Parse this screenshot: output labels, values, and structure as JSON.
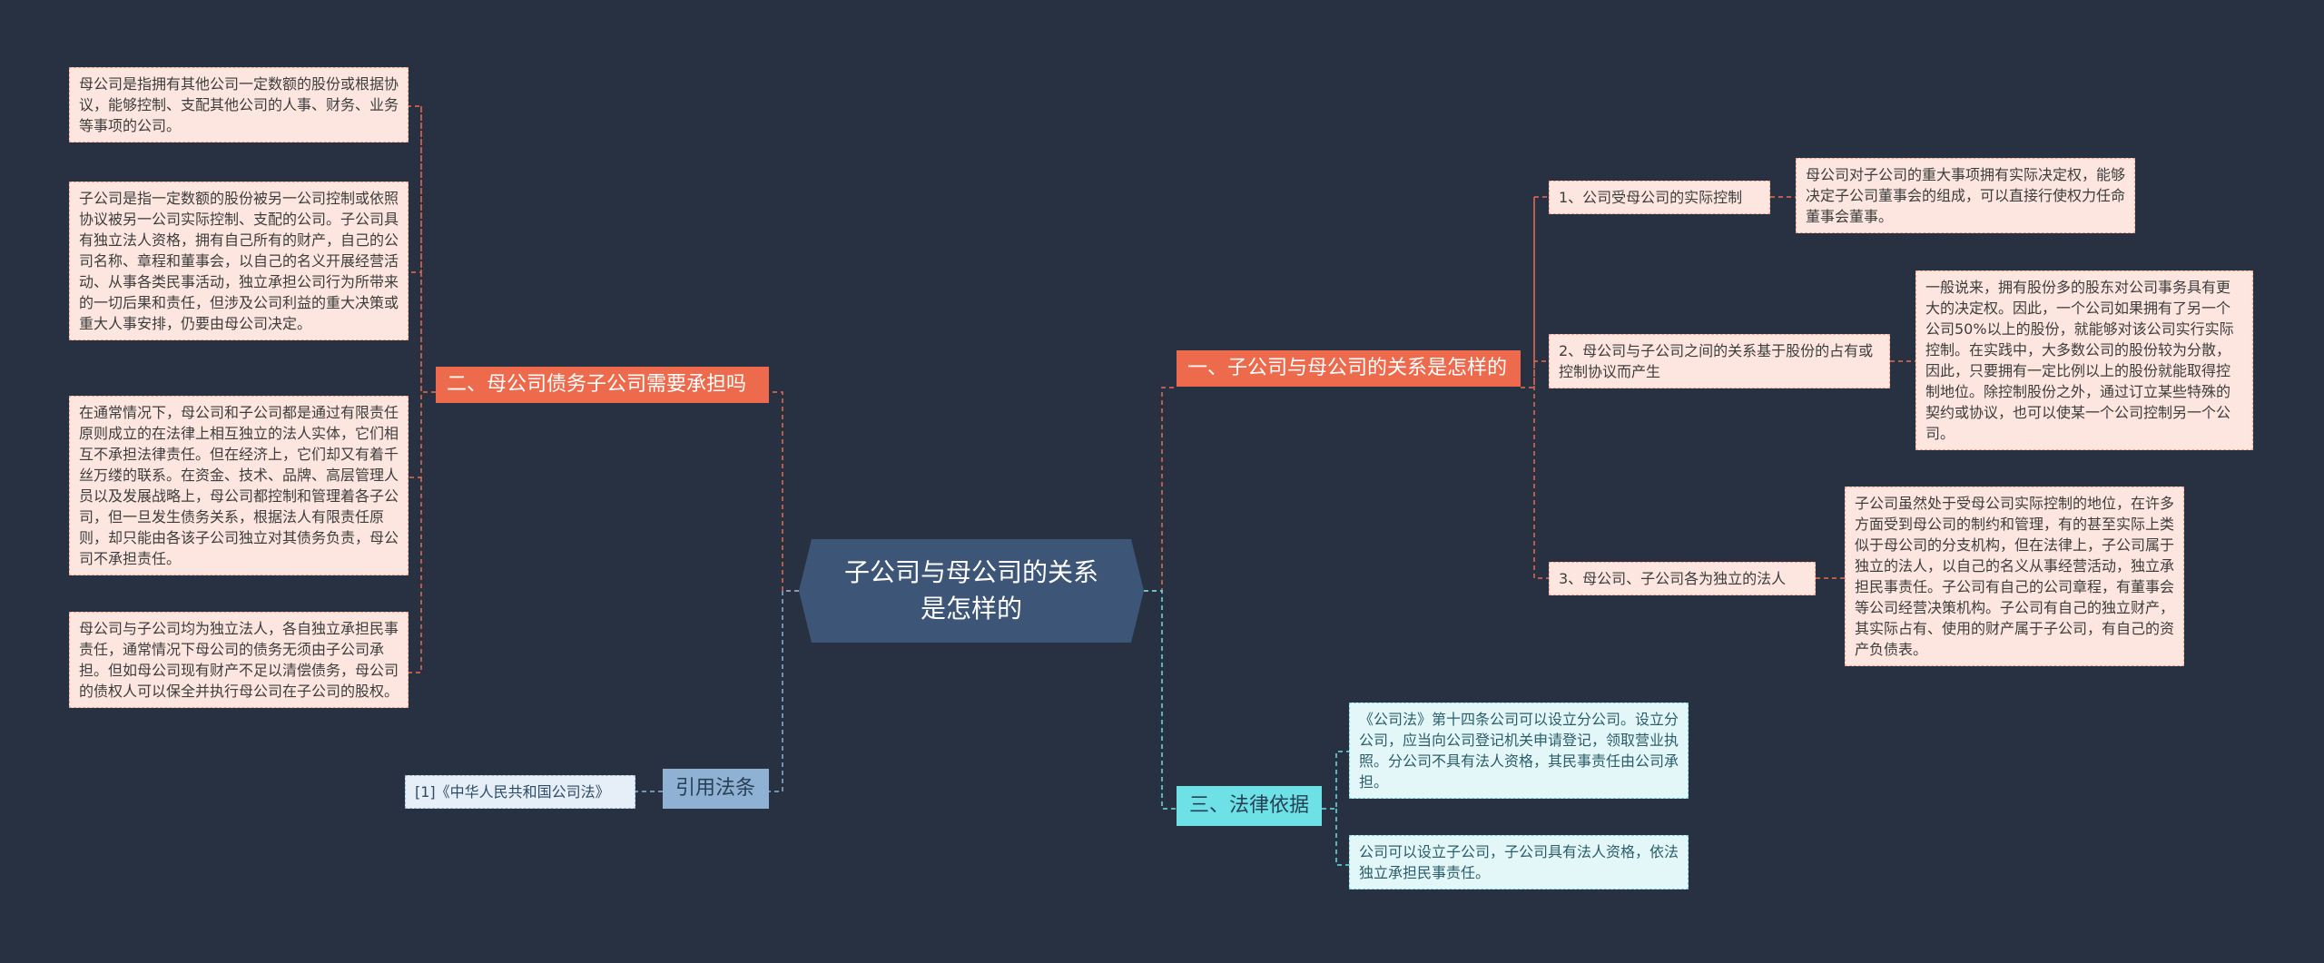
{
  "center": {
    "title": "子公司与母公司的关系是怎样的"
  },
  "left": {
    "debt": {
      "label": "二、母公司债务子公司需要承担吗",
      "notes": [
        "母公司是指拥有其他公司一定数额的股份或根据协议，能够控制、支配其他公司的人事、财务、业务等事项的公司。",
        "子公司是指一定数额的股份被另一公司控制或依照协议被另一公司实际控制、支配的公司。子公司具有独立法人资格，拥有自己所有的财产，自己的公司名称、章程和董事会，以自己的名义开展经营活动、从事各类民事活动，独立承担公司行为所带来的一切后果和责任，但涉及公司利益的重大决策或重大人事安排，仍要由母公司决定。",
        "在通常情况下，母公司和子公司都是通过有限责任原则成立的在法律上相互独立的法人实体，它们相互不承担法律责任。但在经济上，它们却又有着千丝万缕的联系。在资金、技术、品牌、高层管理人员以及发展战略上，母公司都控制和管理着各子公司，但一旦发生债务关系，根据法人有限责任原则，却只能由各该子公司独立对其债务负责，母公司不承担责任。",
        "母公司与子公司均为独立法人，各自独立承担民事责任，通常情况下母公司的债务无须由子公司承担。但如母公司现有财产不足以清偿债务，母公司的债权人可以保全并执行母公司在子公司的股权。"
      ]
    },
    "citation": {
      "label": "引用法条",
      "notes": [
        "[1]《中华人民共和国公司法》"
      ]
    }
  },
  "right": {
    "relation": {
      "label": "一、子公司与母公司的关系是怎样的",
      "items": [
        {
          "label": "1、公司受母公司的实际控制",
          "detail": "母公司对子公司的重大事项拥有实际决定权，能够决定子公司董事会的组成，可以直接行使权力任命董事会董事。"
        },
        {
          "label": "2、母公司与子公司之间的关系基于股份的占有或控制协议而产生",
          "detail": "一般说来，拥有股份多的股东对公司事务具有更大的决定权。因此，一个公司如果拥有了另一个公司50%以上的股份，就能够对该公司实行实际控制。在实践中，大多数公司的股份较为分散，因此，只要拥有一定比例以上的股份就能取得控制地位。除控制股份之外，通过订立某些特殊的契约或协议，也可以使某一个公司控制另一个公司。"
        },
        {
          "label": "3、母公司、子公司各为独立的法人",
          "detail": "子公司虽然处于受母公司实际控制的地位，在许多方面受到母公司的制约和管理，有的甚至实际上类似于母公司的分支机构，但在法律上，子公司属于独立的法人，以自己的名义从事经营活动，独立承担民事责任。子公司有自己的公司章程，有董事会等公司经营决策机构。子公司有自己的独立财产，其实际占有、使用的财产属于子公司，有自己的资产负债表。"
        }
      ]
    },
    "law": {
      "label": "三、法律依据",
      "notes": [
        "《公司法》第十四条公司可以设立分公司。设立分公司，应当向公司登记机关申请登记，领取营业执照。分公司不具有法人资格，其民事责任由公司承担。",
        "公司可以设立子公司，子公司具有法人资格，依法独立承担民事责任。"
      ]
    }
  },
  "colors": {
    "background": "#283142",
    "center": "#3d5577",
    "branch_red": "#ee6a4d",
    "branch_cyan": "#6de1e6",
    "branch_blue": "#8fb2d4",
    "leaf_red": "#fce6df"
  }
}
